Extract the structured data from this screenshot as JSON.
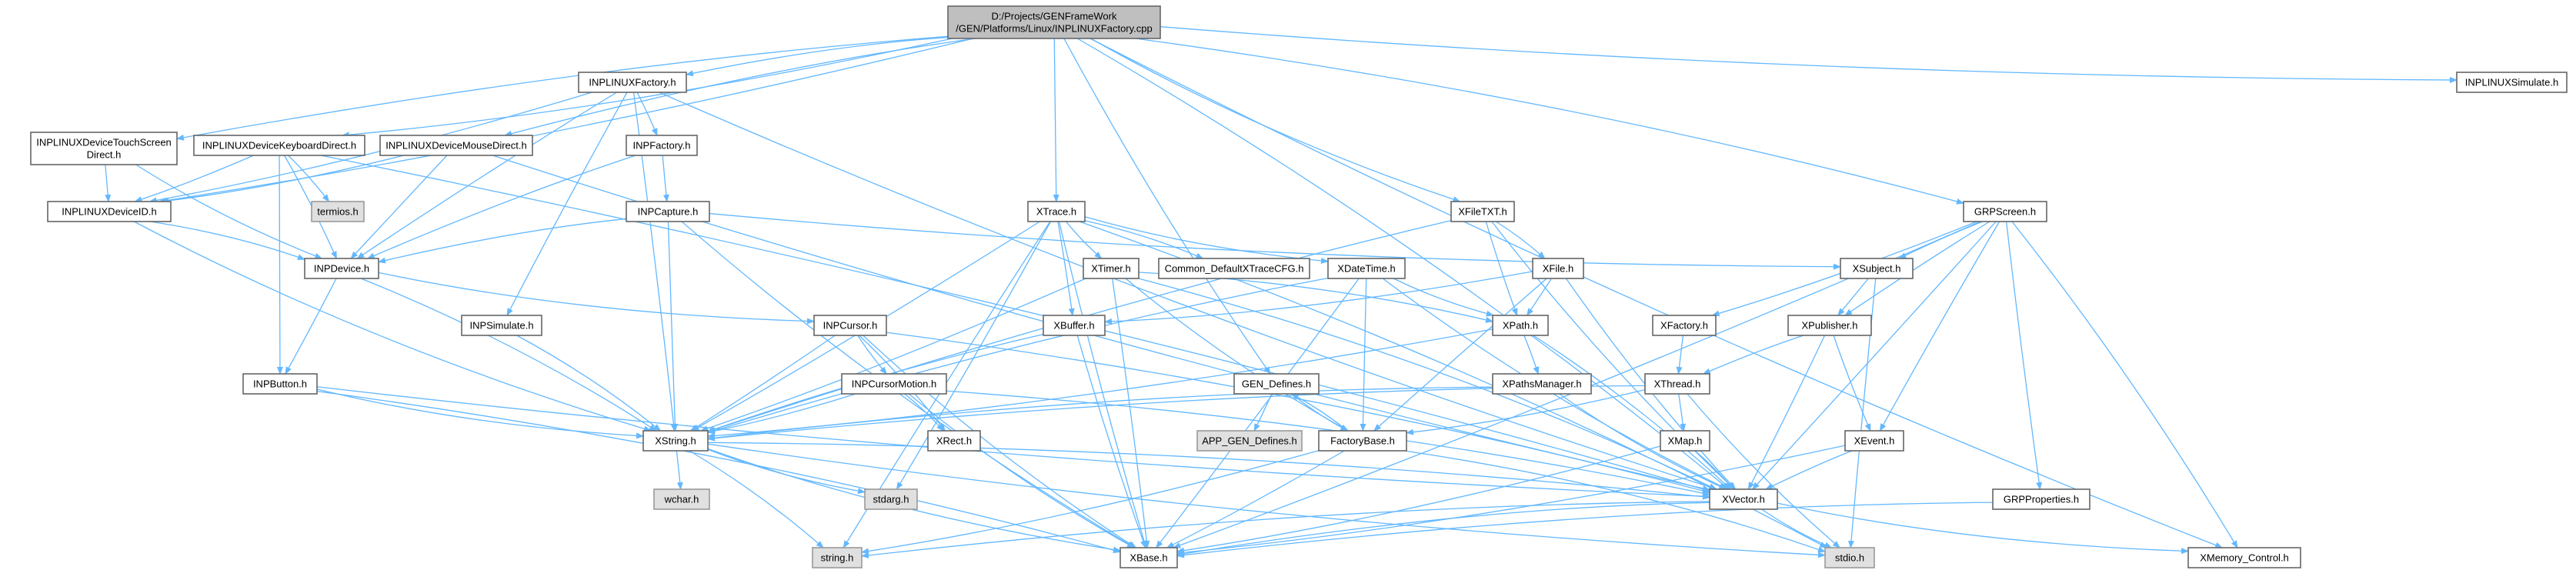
{
  "colors": {
    "edge": "#63b8ff",
    "node_border": "#666666",
    "root_fill": "#bfbfbf",
    "system_fill": "#e0e0e0"
  },
  "nodes": [
    {
      "id": "root",
      "lines": [
        "D:/Projects/GENFrameWork",
        "/GEN/Platforms/Linux/INPLINUXFactory.cpp"
      ],
      "kind": "root"
    },
    {
      "id": "inplinuxfactory",
      "lines": [
        "INPLINUXFactory.h"
      ],
      "kind": "file"
    },
    {
      "id": "inplinuxsimulate",
      "lines": [
        "INPLINUXSimulate.h"
      ],
      "kind": "file"
    },
    {
      "id": "touchscreen",
      "lines": [
        "INPLINUXDeviceTouchScreen",
        "Direct.h"
      ],
      "kind": "file"
    },
    {
      "id": "keyboard",
      "lines": [
        "INPLINUXDeviceKeyboardDirect.h"
      ],
      "kind": "file"
    },
    {
      "id": "mouse",
      "lines": [
        "INPLINUXDeviceMouseDirect.h"
      ],
      "kind": "file"
    },
    {
      "id": "inpfactory",
      "lines": [
        "INPFactory.h"
      ],
      "kind": "file"
    },
    {
      "id": "termios",
      "lines": [
        "termios.h"
      ],
      "kind": "system"
    },
    {
      "id": "deviceid",
      "lines": [
        "INPLINUXDeviceID.h"
      ],
      "kind": "file"
    },
    {
      "id": "inpcapture",
      "lines": [
        "INPCapture.h"
      ],
      "kind": "file"
    },
    {
      "id": "xtrace",
      "lines": [
        "XTrace.h"
      ],
      "kind": "file"
    },
    {
      "id": "xfiletxt",
      "lines": [
        "XFileTXT.h"
      ],
      "kind": "file"
    },
    {
      "id": "grpscreen",
      "lines": [
        "GRPScreen.h"
      ],
      "kind": "file"
    },
    {
      "id": "inpdevice",
      "lines": [
        "INPDevice.h"
      ],
      "kind": "file"
    },
    {
      "id": "xtimer",
      "lines": [
        "XTimer.h"
      ],
      "kind": "file"
    },
    {
      "id": "commondefault",
      "lines": [
        "Common_DefaultXTraceCFG.h"
      ],
      "kind": "file"
    },
    {
      "id": "xdatetime",
      "lines": [
        "XDateTime.h"
      ],
      "kind": "file"
    },
    {
      "id": "xfile",
      "lines": [
        "XFile.h"
      ],
      "kind": "file"
    },
    {
      "id": "xsubject",
      "lines": [
        "XSubject.h"
      ],
      "kind": "file"
    },
    {
      "id": "inpsimulate",
      "lines": [
        "INPSimulate.h"
      ],
      "kind": "file"
    },
    {
      "id": "inpcursor",
      "lines": [
        "INPCursor.h"
      ],
      "kind": "file"
    },
    {
      "id": "xbuffer",
      "lines": [
        "XBuffer.h"
      ],
      "kind": "file"
    },
    {
      "id": "xpath",
      "lines": [
        "XPath.h"
      ],
      "kind": "file"
    },
    {
      "id": "xfactory",
      "lines": [
        "XFactory.h"
      ],
      "kind": "file"
    },
    {
      "id": "xpublisher",
      "lines": [
        "XPublisher.h"
      ],
      "kind": "file"
    },
    {
      "id": "inpbutton",
      "lines": [
        "INPButton.h"
      ],
      "kind": "file"
    },
    {
      "id": "inpcursormotion",
      "lines": [
        "INPCursorMotion.h"
      ],
      "kind": "file"
    },
    {
      "id": "gendefines",
      "lines": [
        "GEN_Defines.h"
      ],
      "kind": "file"
    },
    {
      "id": "xpathsmanager",
      "lines": [
        "XPathsManager.h"
      ],
      "kind": "file"
    },
    {
      "id": "xthread",
      "lines": [
        "XThread.h"
      ],
      "kind": "file"
    },
    {
      "id": "xstring",
      "lines": [
        "XString.h"
      ],
      "kind": "file"
    },
    {
      "id": "xrect",
      "lines": [
        "XRect.h"
      ],
      "kind": "file"
    },
    {
      "id": "appgendefines",
      "lines": [
        "APP_GEN_Defines.h"
      ],
      "kind": "system"
    },
    {
      "id": "factorybase",
      "lines": [
        "FactoryBase.h"
      ],
      "kind": "file"
    },
    {
      "id": "xmap",
      "lines": [
        "XMap.h"
      ],
      "kind": "file"
    },
    {
      "id": "xevent",
      "lines": [
        "XEvent.h"
      ],
      "kind": "file"
    },
    {
      "id": "wchar",
      "lines": [
        "wchar.h"
      ],
      "kind": "system"
    },
    {
      "id": "stdarg",
      "lines": [
        "stdarg.h"
      ],
      "kind": "system"
    },
    {
      "id": "xvector",
      "lines": [
        "XVector.h"
      ],
      "kind": "file"
    },
    {
      "id": "grpproperties",
      "lines": [
        "GRPProperties.h"
      ],
      "kind": "file"
    },
    {
      "id": "stringh",
      "lines": [
        "string.h"
      ],
      "kind": "system"
    },
    {
      "id": "xbase",
      "lines": [
        "XBase.h"
      ],
      "kind": "file"
    },
    {
      "id": "stdio",
      "lines": [
        "stdio.h"
      ],
      "kind": "system"
    },
    {
      "id": "xmemory",
      "lines": [
        "XMemory_Control.h"
      ],
      "kind": "file"
    }
  ],
  "edges": [
    [
      "root",
      "inplinuxfactory"
    ],
    [
      "root",
      "inplinuxsimulate"
    ],
    [
      "root",
      "touchscreen"
    ],
    [
      "root",
      "keyboard"
    ],
    [
      "root",
      "mouse"
    ],
    [
      "root",
      "deviceid"
    ],
    [
      "root",
      "xtrace"
    ],
    [
      "root",
      "xfiletxt"
    ],
    [
      "root",
      "grpscreen"
    ],
    [
      "root",
      "gendefines"
    ],
    [
      "root",
      "xvector"
    ],
    [
      "root",
      "xmemory"
    ],
    [
      "inplinuxfactory",
      "inpfactory"
    ],
    [
      "inplinuxfactory",
      "deviceid"
    ],
    [
      "inplinuxfactory",
      "inpdevice"
    ],
    [
      "inplinuxfactory",
      "inpsimulate"
    ],
    [
      "inplinuxfactory",
      "xstring"
    ],
    [
      "inplinuxfactory",
      "xvector"
    ],
    [
      "touchscreen",
      "deviceid"
    ],
    [
      "touchscreen",
      "inpdevice"
    ],
    [
      "keyboard",
      "termios"
    ],
    [
      "keyboard",
      "deviceid"
    ],
    [
      "keyboard",
      "inpdevice"
    ],
    [
      "keyboard",
      "inpbutton"
    ],
    [
      "keyboard",
      "xvector"
    ],
    [
      "mouse",
      "deviceid"
    ],
    [
      "mouse",
      "inpdevice"
    ],
    [
      "mouse",
      "xvector"
    ],
    [
      "inpfactory",
      "inpdevice"
    ],
    [
      "inpfactory",
      "inpcapture"
    ],
    [
      "inpcapture",
      "inpdevice"
    ],
    [
      "inpcapture",
      "xsubject"
    ],
    [
      "inpcapture",
      "xstring"
    ],
    [
      "inpcapture",
      "xbase"
    ],
    [
      "deviceid",
      "inpdevice"
    ],
    [
      "deviceid",
      "xstring"
    ],
    [
      "inpdevice",
      "inpbutton"
    ],
    [
      "inpdevice",
      "inpcursor"
    ],
    [
      "inpdevice",
      "xstring"
    ],
    [
      "xtrace",
      "xtimer"
    ],
    [
      "xtrace",
      "commondefault"
    ],
    [
      "xtrace",
      "xdatetime"
    ],
    [
      "xtrace",
      "xbuffer"
    ],
    [
      "xtrace",
      "xstring"
    ],
    [
      "xtrace",
      "stdarg"
    ],
    [
      "xtrace",
      "xbase"
    ],
    [
      "xtrace",
      "stdio"
    ],
    [
      "xtrace",
      "stringh"
    ],
    [
      "xfiletxt",
      "xfile"
    ],
    [
      "xfiletxt",
      "xpath"
    ],
    [
      "xfiletxt",
      "xstring"
    ],
    [
      "xfiletxt",
      "xvector"
    ],
    [
      "grpscreen",
      "xsubject"
    ],
    [
      "grpscreen",
      "xfactory"
    ],
    [
      "grpscreen",
      "xpublisher"
    ],
    [
      "grpscreen",
      "xevent"
    ],
    [
      "grpscreen",
      "xvector"
    ],
    [
      "grpscreen",
      "xbase"
    ],
    [
      "grpscreen",
      "xmemory"
    ],
    [
      "grpscreen",
      "grpproperties"
    ],
    [
      "xtimer",
      "xpath"
    ],
    [
      "xtimer",
      "xstring"
    ],
    [
      "xtimer",
      "xbase"
    ],
    [
      "xtimer",
      "factorybase"
    ],
    [
      "xtimer",
      "xvector"
    ],
    [
      "xdatetime",
      "xpath"
    ],
    [
      "xdatetime",
      "xstring"
    ],
    [
      "xdatetime",
      "factorybase"
    ],
    [
      "xdatetime",
      "xbase"
    ],
    [
      "xdatetime",
      "xvector"
    ],
    [
      "xfile",
      "xpath"
    ],
    [
      "xfile",
      "xbuffer"
    ],
    [
      "xfile",
      "factorybase"
    ],
    [
      "xfile",
      "xvector"
    ],
    [
      "xsubject",
      "xpublisher"
    ],
    [
      "xsubject",
      "stdio"
    ],
    [
      "inpsimulate",
      "xstring"
    ],
    [
      "inpcursor",
      "inpcursormotion"
    ],
    [
      "inpcursor",
      "xrect"
    ],
    [
      "inpcursor",
      "xstring"
    ],
    [
      "inpcursor",
      "xvector"
    ],
    [
      "inpcursor",
      "xbase"
    ],
    [
      "xbuffer",
      "xstring"
    ],
    [
      "xbuffer",
      "xbase"
    ],
    [
      "xpath",
      "xpathsmanager"
    ],
    [
      "xpath",
      "xstring"
    ],
    [
      "xpath",
      "xvector"
    ],
    [
      "xfactory",
      "xthread"
    ],
    [
      "xpublisher",
      "xthread"
    ],
    [
      "xpublisher",
      "xevent"
    ],
    [
      "xpublisher",
      "xvector"
    ],
    [
      "inpbutton",
      "xstring"
    ],
    [
      "inpbutton",
      "xbase"
    ],
    [
      "inpbutton",
      "xvector"
    ],
    [
      "inpcursormotion",
      "xrect"
    ],
    [
      "inpcursormotion",
      "xstring"
    ],
    [
      "inpcursormotion",
      "xvector"
    ],
    [
      "inpcursormotion",
      "xbase"
    ],
    [
      "gendefines",
      "appgendefines"
    ],
    [
      "gendefines",
      "factorybase"
    ],
    [
      "xpathsmanager",
      "xstring"
    ],
    [
      "xpathsmanager",
      "xvector"
    ],
    [
      "xthread",
      "xmap"
    ],
    [
      "xthread",
      "factorybase"
    ],
    [
      "xthread",
      "xstring"
    ],
    [
      "xthread",
      "stdio"
    ],
    [
      "xstring",
      "wchar"
    ],
    [
      "xstring",
      "stdarg"
    ],
    [
      "xstring",
      "xvector"
    ],
    [
      "xstring",
      "xbase"
    ],
    [
      "xstring",
      "stringh"
    ],
    [
      "xstring",
      "stdio"
    ],
    [
      "factorybase",
      "gendefines"
    ],
    [
      "factorybase",
      "xbase"
    ],
    [
      "factorybase",
      "stdio"
    ],
    [
      "factorybase",
      "stringh"
    ],
    [
      "xmap",
      "xvector"
    ],
    [
      "xmap",
      "xbase"
    ],
    [
      "xevent",
      "xvector"
    ],
    [
      "xevent",
      "xbase"
    ],
    [
      "xvector",
      "xbase"
    ],
    [
      "xvector",
      "stdio"
    ],
    [
      "xvector",
      "stringh"
    ],
    [
      "xvector",
      "xmemory"
    ],
    [
      "grpproperties",
      "xbase"
    ]
  ]
}
